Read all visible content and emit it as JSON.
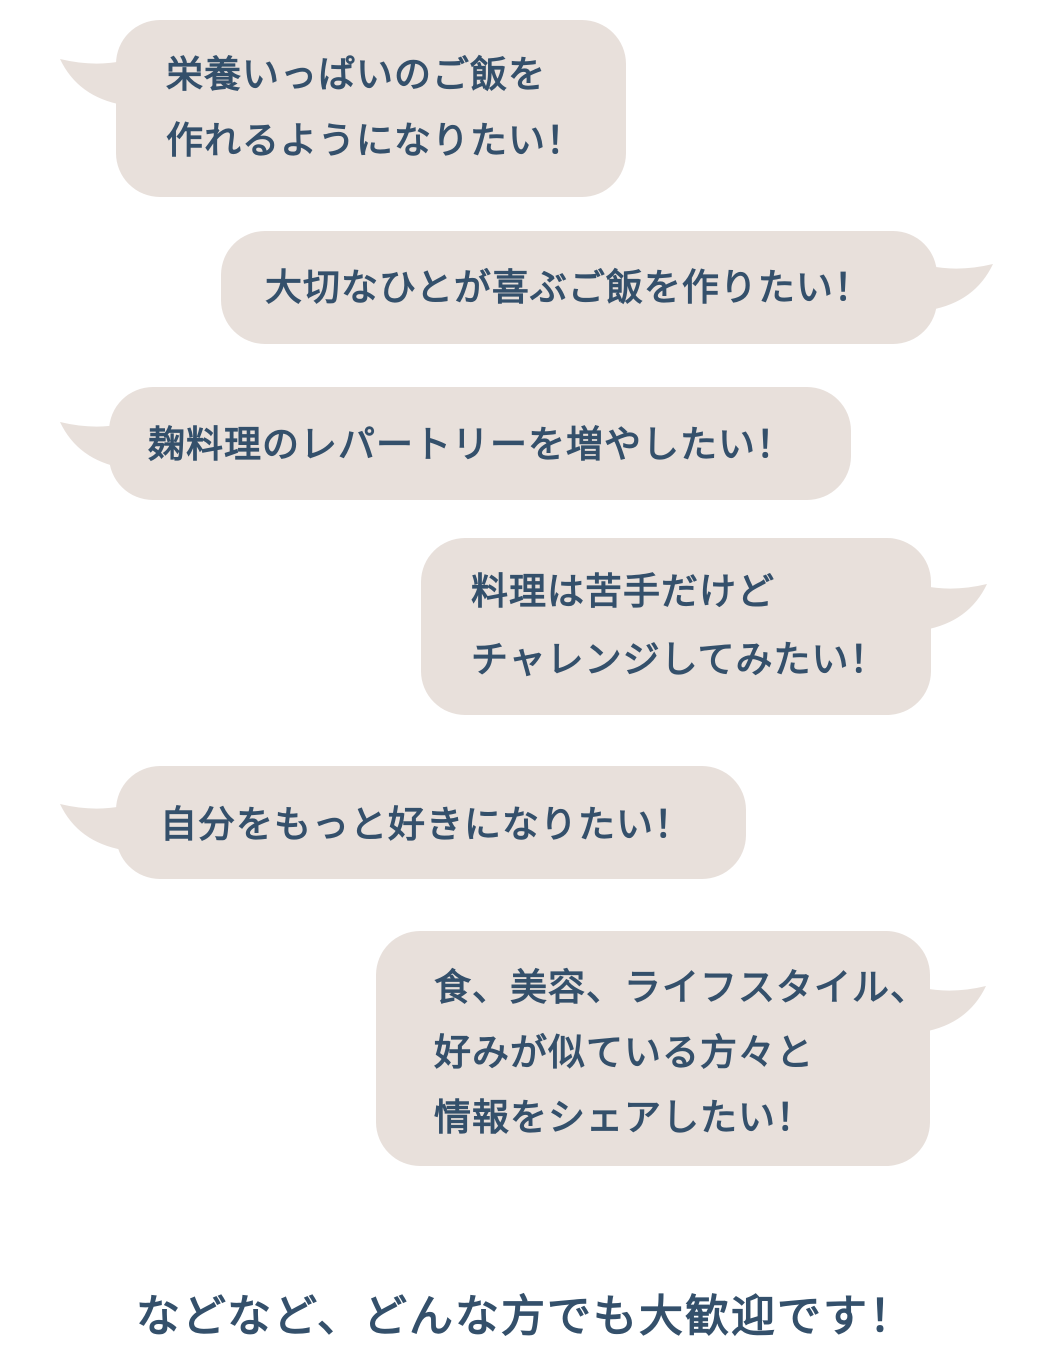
{
  "colors": {
    "bubble": "#e8e0db",
    "text": "#34506b"
  },
  "bubbles": [
    {
      "lines": [
        "栄養いっぱいのご飯を",
        "作れるようになりたい！"
      ]
    },
    {
      "lines": [
        "大切なひとが喜ぶご飯を作りたい！"
      ]
    },
    {
      "lines": [
        "麹料理のレパートリーを増やしたい！"
      ]
    },
    {
      "lines": [
        "料理は苦手だけど",
        "チャレンジしてみたい！"
      ]
    },
    {
      "lines": [
        "自分をもっと好きになりたい！"
      ]
    },
    {
      "lines": [
        "食、美容、ライフスタイル、",
        "好みが似ている方々と",
        "情報をシェアしたい！"
      ]
    }
  ],
  "footer": "などなど、どんな方でも大歓迎です！"
}
